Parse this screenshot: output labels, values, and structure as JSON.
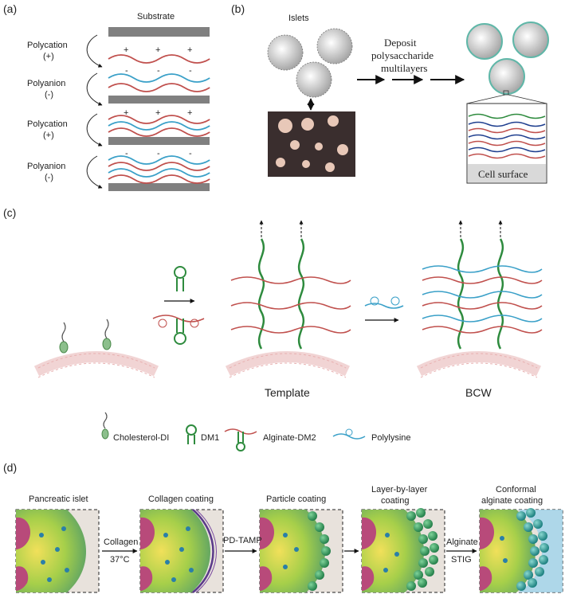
{
  "panel_a": {
    "label": "(a)",
    "substrate": "Substrate",
    "layers": [
      {
        "name": "Polycation",
        "charge": "(+)"
      },
      {
        "name": "Polyanion",
        "charge": "(-)"
      },
      {
        "name": "Polycation",
        "charge": "(+)"
      },
      {
        "name": "Polyanion",
        "charge": "(-)"
      }
    ],
    "plus": "+",
    "minus": "-"
  },
  "panel_b": {
    "label": "(b)",
    "islets": "Islets",
    "deposit_line1": "Deposit",
    "deposit_line2": "polysaccharide",
    "deposit_line3": "multilayers",
    "cell_surface": "Cell surface"
  },
  "panel_c": {
    "label": "(c)",
    "template": "Template",
    "bcw": "BCW",
    "legend": [
      "Cholesterol-DI",
      "DM1",
      "Alginate-DM2",
      "Polylysine"
    ]
  },
  "panel_d": {
    "label": "(d)",
    "stages": [
      "Pancreatic islet",
      "Collagen coating",
      "Particle coating",
      "Layer-by-layer",
      "coating",
      "Conformal",
      "alginate coating"
    ],
    "arrow1_top": "Collagen",
    "arrow1_bottom": "37°C",
    "arrow2_top": "PD-TAMP",
    "arrow4_top": "Alginate",
    "arrow4_bottom": "STIG"
  },
  "colors": {
    "red_strand": "#c0504d",
    "blue_strand": "#3aa0c8",
    "dna_green": "#2e8b3e",
    "substrate_gray": "#808080"
  }
}
